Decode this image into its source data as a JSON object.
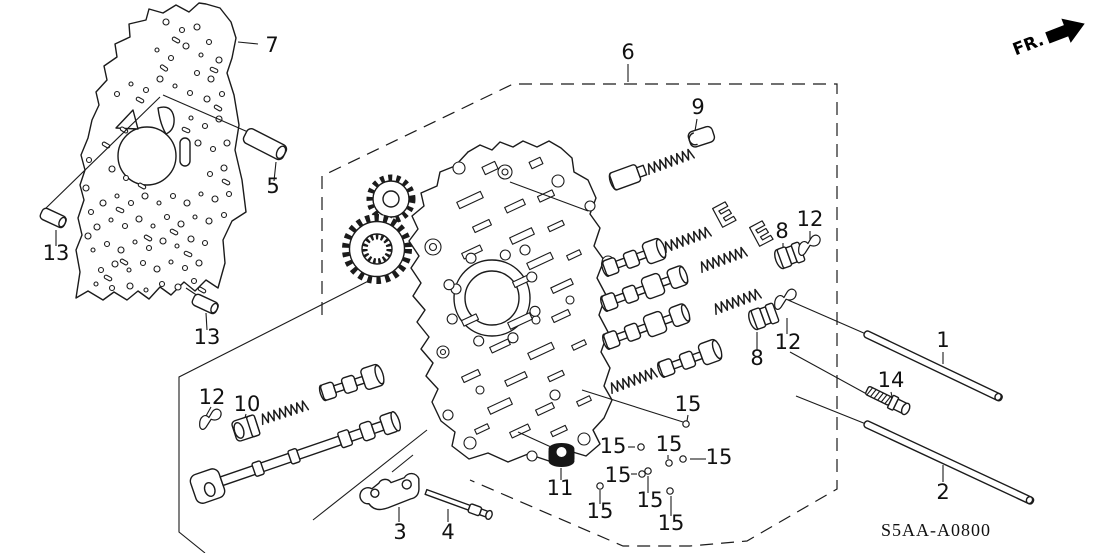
{
  "diagram": {
    "drawing_code": "S5AA-A0800",
    "direction_label": "FR.",
    "callouts": [
      {
        "num": "7"
      },
      {
        "num": "5"
      },
      {
        "num": "13"
      },
      {
        "num": "13"
      },
      {
        "num": "6"
      },
      {
        "num": "9"
      },
      {
        "num": "12"
      },
      {
        "num": "8"
      },
      {
        "num": "8"
      },
      {
        "num": "12"
      },
      {
        "num": "12"
      },
      {
        "num": "10"
      },
      {
        "num": "11"
      },
      {
        "num": "3"
      },
      {
        "num": "4"
      },
      {
        "num": "1"
      },
      {
        "num": "14"
      },
      {
        "num": "2"
      },
      {
        "num": "15"
      },
      {
        "num": "15"
      },
      {
        "num": "15"
      },
      {
        "num": "15"
      },
      {
        "num": "15"
      },
      {
        "num": "15"
      },
      {
        "num": "15"
      },
      {
        "num": "15"
      }
    ]
  }
}
